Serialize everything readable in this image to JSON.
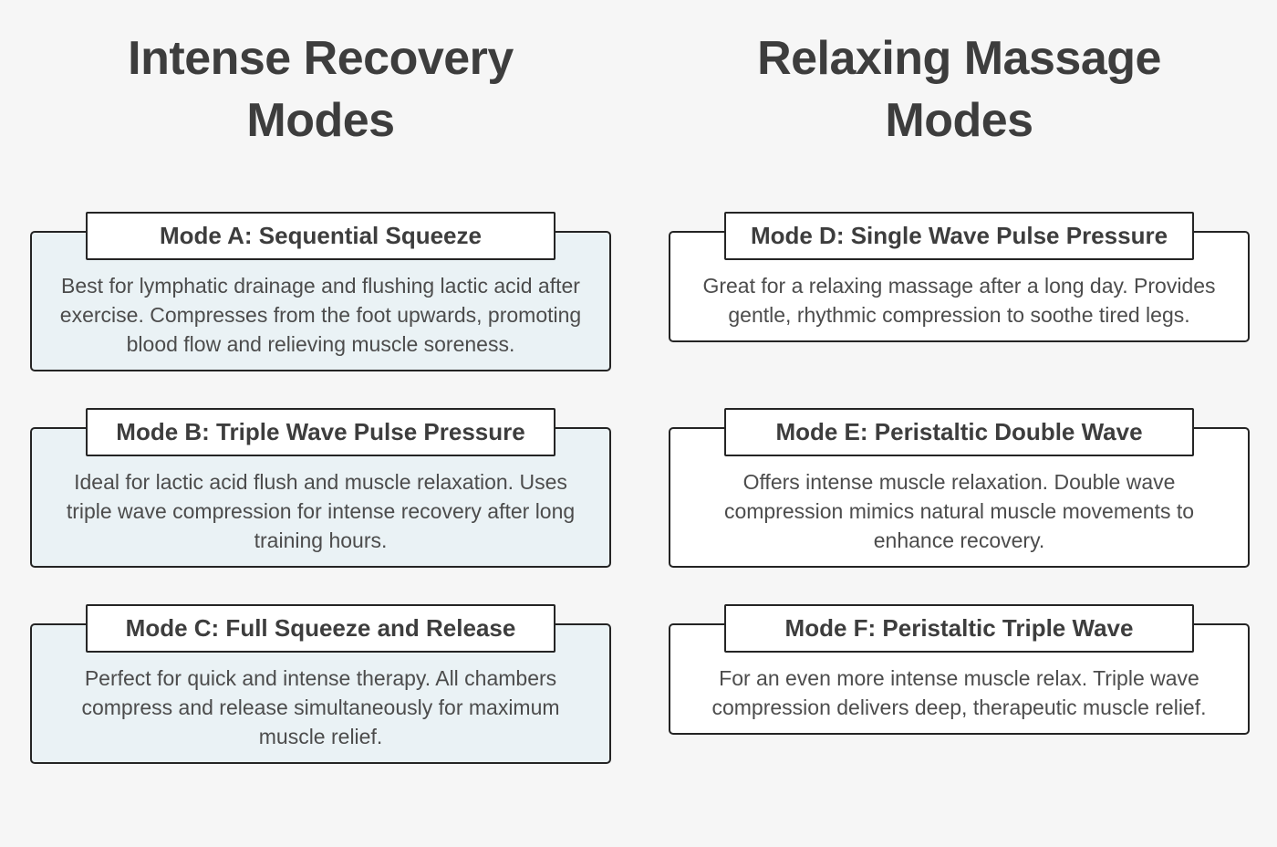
{
  "page": {
    "background_color": "#f6f6f6",
    "accent_card_bg": "#eaf2f5",
    "plain_card_bg": "#ffffff",
    "border_color": "#242424",
    "heading_color": "#3d3d3d",
    "body_text_color": "#4c4c4c"
  },
  "columns": [
    {
      "heading": "Intense Recovery Modes",
      "cards": [
        {
          "title": "Mode A: Sequential Squeeze",
          "description": "Best for lymphatic drainage and flushing lactic acid after exercise. Compresses from the foot upwards, promoting blood flow and relieving muscle soreness."
        },
        {
          "title": "Mode B: Triple Wave Pulse Pressure",
          "description": "Ideal for lactic acid flush and muscle relaxation. Uses triple wave compression for intense recovery after long training hours."
        },
        {
          "title": "Mode C: Full Squeeze and Release",
          "description": "Perfect for quick and intense therapy. All chambers compress and release simultaneously for maximum muscle relief."
        }
      ]
    },
    {
      "heading": "Relaxing Massage Modes",
      "cards": [
        {
          "title": "Mode D: Single Wave Pulse Pressure",
          "description": "Great for a relaxing massage after a long day. Provides gentle, rhythmic compression to soothe tired legs."
        },
        {
          "title": "Mode E: Peristaltic Double Wave",
          "description": "Offers intense muscle relaxation. Double wave compression mimics natural muscle movements to enhance recovery."
        },
        {
          "title": "Mode F: Peristaltic Triple Wave",
          "description": "For an even more intense muscle relax. Triple wave compression delivers deep, therapeutic muscle relief."
        }
      ]
    }
  ]
}
